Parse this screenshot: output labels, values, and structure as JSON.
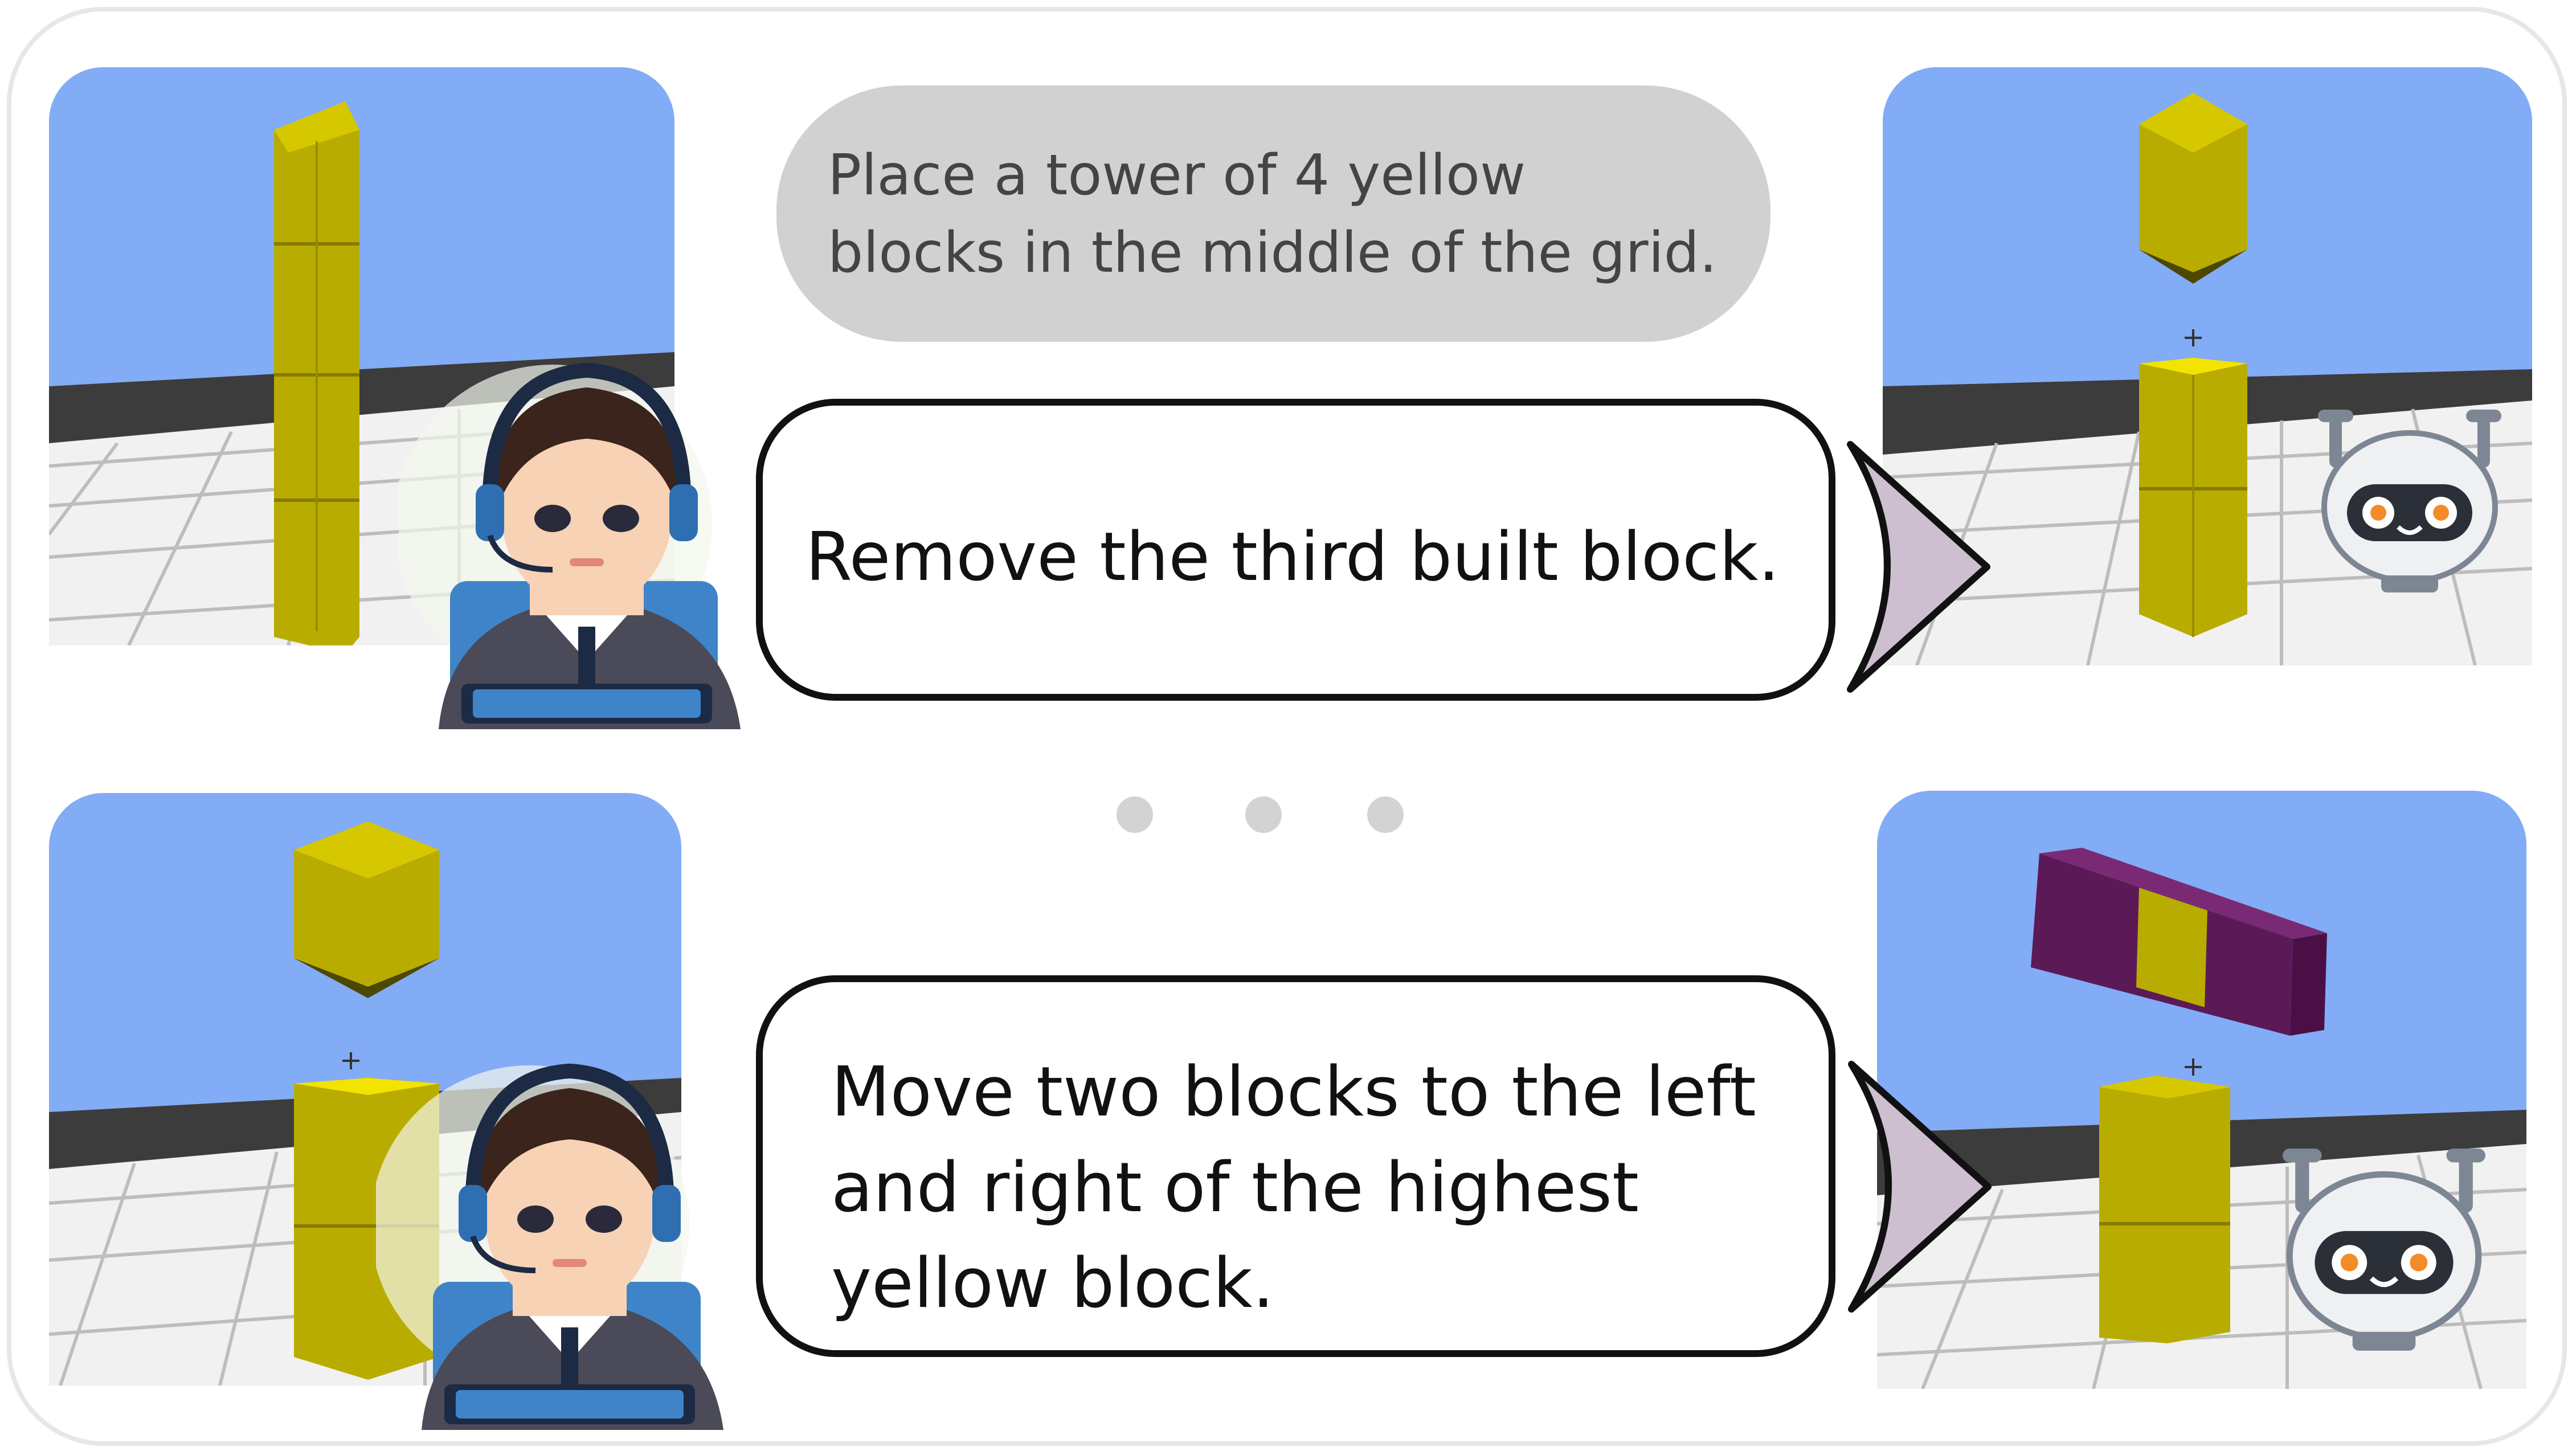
{
  "instruction_text": "Place a tower of 4 yellow blocks in the middle of the grid.",
  "turns": [
    {
      "speaker": "architect",
      "message": "Remove the third built block."
    },
    {
      "speaker": "architect",
      "message": "Move two blocks to the left and right of the highest yellow block."
    }
  ],
  "ellipsis": [
    "dot",
    "dot",
    "dot"
  ],
  "icons": {
    "architect": "operator-with-headset-icon",
    "builder": "robot-icon",
    "pointer": "speech-pointer-icon"
  },
  "colors": {
    "sky": "#82acf5",
    "block_yellow": "#b9ac00",
    "block_purple": "#5b1a57",
    "pointer_fill": "#cdbfd0",
    "instruction_bubble": "#d1d1d1"
  }
}
